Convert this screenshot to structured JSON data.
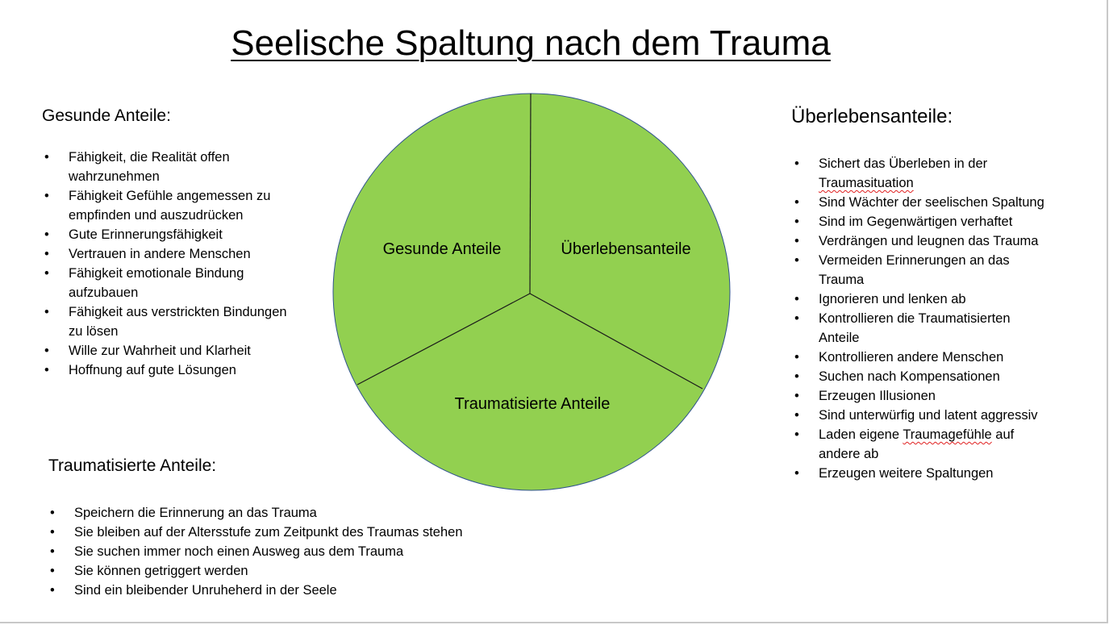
{
  "title": "Seelische Spaltung nach dem Trauma",
  "colors": {
    "segment_fill": "#92D050",
    "circle_stroke": "#2F528F",
    "divider": "#1a1a1a"
  },
  "diagram": {
    "segments": [
      {
        "label": "Gesunde Anteile"
      },
      {
        "label": "Überlebensanteile"
      },
      {
        "label": "Traumatisierte Anteile"
      }
    ]
  },
  "gesunde": {
    "heading": "Gesunde Anteile:",
    "items": [
      [
        "Fähigkeit, die Realität offen",
        "wahrzunehmen"
      ],
      [
        "Fähigkeit Gefühle angemessen zu",
        "empfinden und auszudrücken"
      ],
      [
        "Gute Erinnerungsfähigkeit"
      ],
      [
        "Vertrauen in andere Menschen"
      ],
      [
        "Fähigkeit emotionale Bindung",
        "aufzubauen"
      ],
      [
        "Fähigkeit aus verstrickten Bindungen",
        "zu lösen"
      ],
      [
        "Wille zur Wahrheit und Klarheit"
      ],
      [
        "Hoffnung auf gute Lösungen"
      ]
    ]
  },
  "ueberleben": {
    "heading": "Überlebensanteile:",
    "items": [
      [
        "Sichert das Überleben in der",
        "Traumasituation"
      ],
      [
        "Sind Wächter der seelischen Spaltung"
      ],
      [
        "Sind im Gegenwärtigen verhaftet"
      ],
      [
        "Verdrängen und leugnen das Trauma"
      ],
      [
        "Vermeiden Erinnerungen an das",
        "Trauma"
      ],
      [
        "Ignorieren und lenken ab"
      ],
      [
        "Kontrollieren die Traumatisierten",
        "Anteile"
      ],
      [
        "Kontrollieren andere Menschen"
      ],
      [
        "Suchen nach Kompensationen"
      ],
      [
        "Erzeugen Illusionen"
      ],
      [
        "Sind unterwürfig und latent aggressiv"
      ],
      [
        "Laden eigene Traumagefühle auf",
        "andere ab"
      ],
      [
        "Erzeugen weitere Spaltungen"
      ]
    ]
  },
  "traumatisiert": {
    "heading": "Traumatisierte Anteile:",
    "items": [
      [
        "Speichern die Erinnerung an das Trauma"
      ],
      [
        "Sie bleiben auf der Altersstufe zum Zeitpunkt des Traumas stehen"
      ],
      [
        "Sie suchen immer noch einen Ausweg aus dem Trauma"
      ],
      [
        "Sie können getriggert werden"
      ],
      [
        "Sind ein bleibender Unruheherd in der Seele"
      ]
    ]
  },
  "spellcheck_flagged": [
    "Traumasituation",
    "Traumagefühle"
  ]
}
